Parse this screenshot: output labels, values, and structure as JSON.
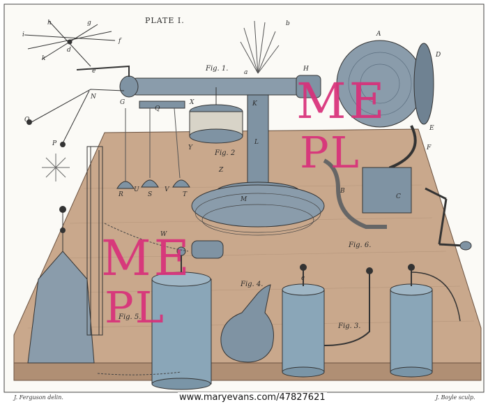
{
  "plate": {
    "title": "PLATE I.",
    "figure_labels": [
      "Fig. 1.",
      "Fig. 2",
      "Fig. 3.",
      "Fig. 4.",
      "Fig. 5.",
      "Fig. 6."
    ],
    "letters": [
      "A",
      "B",
      "C",
      "D",
      "E",
      "F",
      "G",
      "H",
      "K",
      "L",
      "M",
      "N",
      "O",
      "P",
      "Q",
      "R",
      "S",
      "T",
      "U",
      "V",
      "W",
      "X",
      "Y",
      "Z",
      "a",
      "b",
      "c",
      "d",
      "e",
      "f",
      "g",
      "h",
      "i",
      "k"
    ]
  },
  "credits": {
    "left": "J. Ferguson delin.",
    "right": "J. Boyle sculp."
  },
  "watermark": {
    "line1": "ME",
    "line2": "PL",
    "color": "#d9307a"
  },
  "footer": {
    "url": "www.maryevans.com/47827621"
  },
  "colors": {
    "table": "#c9a88c",
    "metal": "#7f93a3",
    "jar": "#8aa6b8",
    "ink": "#2a2a2a"
  }
}
